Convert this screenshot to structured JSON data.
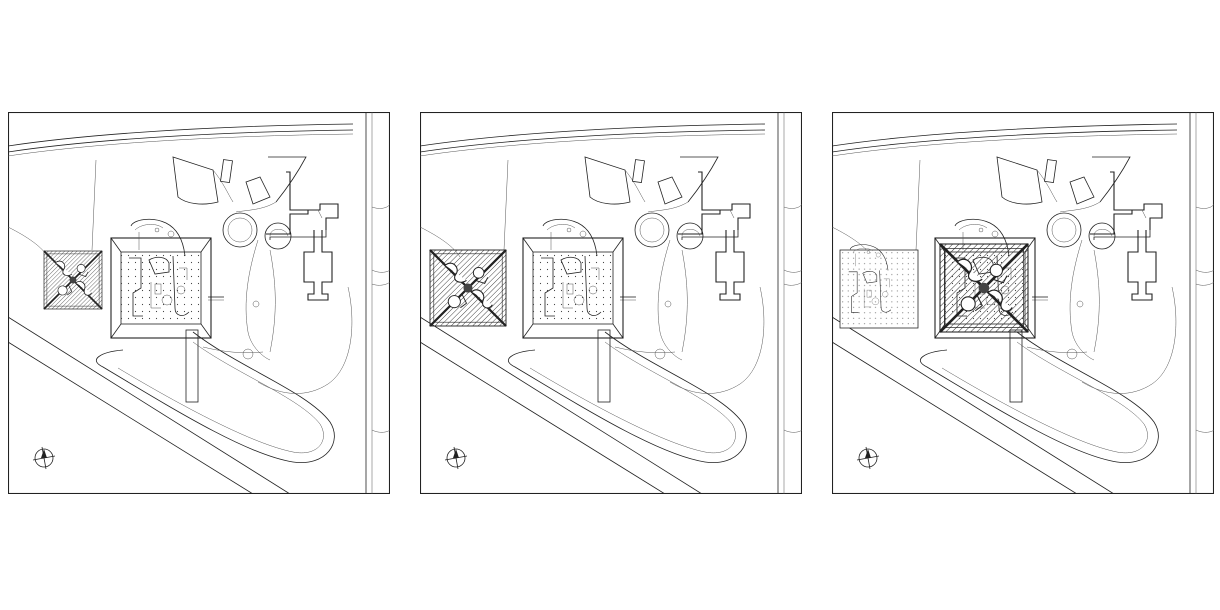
{
  "figure": {
    "panel_count": 3,
    "colors": {
      "line": "#222222",
      "hatch": "#333333",
      "background": "#ffffff"
    },
    "panels": [
      {
        "id": "panel-1",
        "hatched_block": "small-square-left"
      },
      {
        "id": "panel-2",
        "hatched_block": "large-square-left"
      },
      {
        "id": "panel-3",
        "hatched_block": "large-square-center"
      }
    ],
    "icons": [
      "north-arrow-icon"
    ]
  }
}
